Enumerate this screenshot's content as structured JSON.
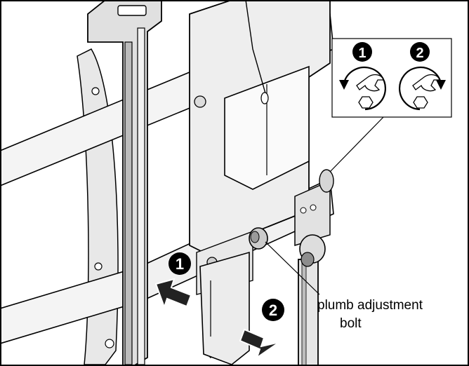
{
  "colors": {
    "line": "#000000",
    "background": "#ffffff",
    "part_gray": "#e0e0e0",
    "shade_gray": "#bcbcbc",
    "arrow_dark": "#222222"
  },
  "callouts": {
    "step1": "1",
    "step2": "2",
    "inset_step1": "1",
    "inset_step2": "2"
  },
  "label": {
    "line1": "plumb adjustment",
    "line2": "bolt"
  },
  "icons": {
    "inset_step1": "rotate-counterclockwise-wrench-icon",
    "inset_step2": "rotate-clockwise-wrench-icon"
  }
}
